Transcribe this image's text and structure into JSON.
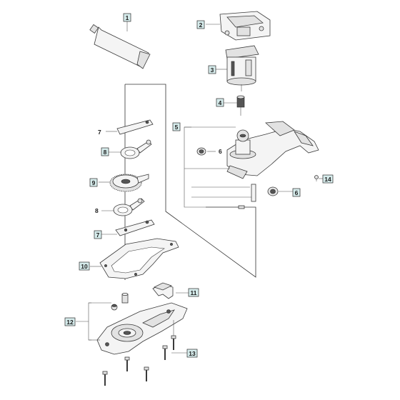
{
  "labels": [
    {
      "id": "1",
      "boxed": true
    },
    {
      "id": "2",
      "boxed": true
    },
    {
      "id": "3",
      "boxed": true
    },
    {
      "id": "4",
      "boxed": true
    },
    {
      "id": "5",
      "boxed": true
    },
    {
      "id": "6a",
      "text": "6",
      "boxed": false
    },
    {
      "id": "6b",
      "text": "6",
      "boxed": true
    },
    {
      "id": "7a",
      "text": "7",
      "boxed": false
    },
    {
      "id": "7b",
      "text": "7",
      "boxed": true
    },
    {
      "id": "8a",
      "text": "8",
      "boxed": true
    },
    {
      "id": "8b",
      "text": "8",
      "boxed": false
    },
    {
      "id": "9",
      "boxed": true
    },
    {
      "id": "10",
      "boxed": true
    },
    {
      "id": "11",
      "boxed": true
    },
    {
      "id": "12",
      "boxed": true
    },
    {
      "id": "13",
      "boxed": true
    },
    {
      "id": "14",
      "boxed": true
    }
  ],
  "text": {
    "l1": "1",
    "l2": "2",
    "l3": "3",
    "l4": "4",
    "l5": "5",
    "l6a": "6",
    "l6b": "6",
    "l7a": "7",
    "l7b": "7",
    "l8a": "8",
    "l8b": "8",
    "l9": "9",
    "l10": "10",
    "l11": "11",
    "l12": "12",
    "l13": "13",
    "l14": "14"
  }
}
